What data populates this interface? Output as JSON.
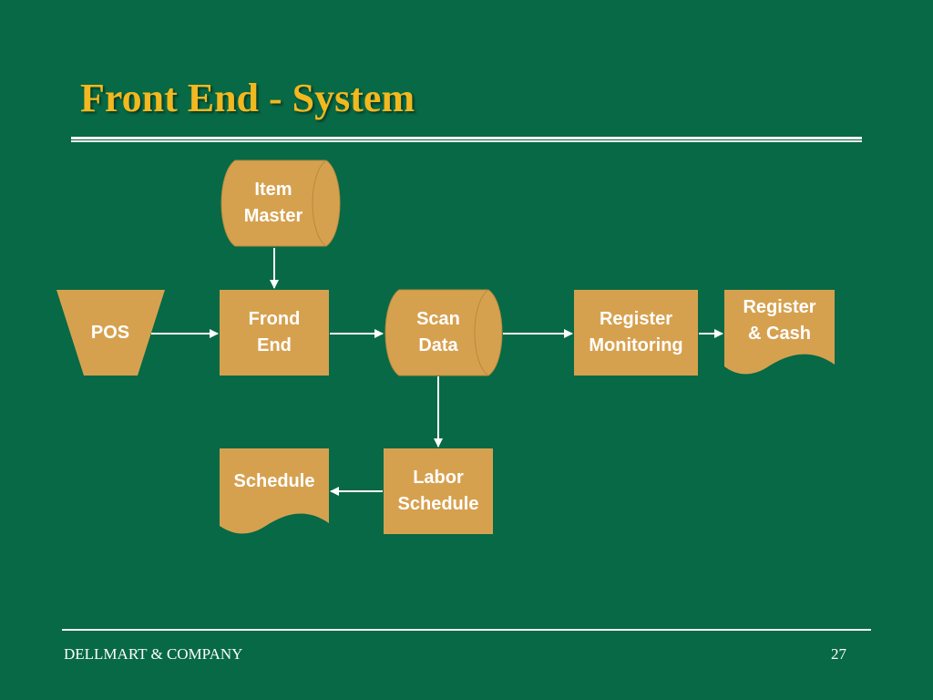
{
  "slide": {
    "title": "Front End - System",
    "footer": "DELLMART & COMPANY",
    "page_number": "27"
  },
  "colors": {
    "background": "#076945",
    "title": "#f2b81f",
    "node_fill": "#d6a14f",
    "line": "#ffffff"
  },
  "diagram": {
    "item_master": "Item\nMaster",
    "pos": "POS",
    "frond_end": "Frond\nEnd",
    "scan_data": "Scan\nData",
    "register_monitoring": "Register\nMonitoring",
    "register_cash": "Register\n& Cash",
    "labor_schedule": "Labor\nSchedule",
    "schedule": "Schedule"
  }
}
